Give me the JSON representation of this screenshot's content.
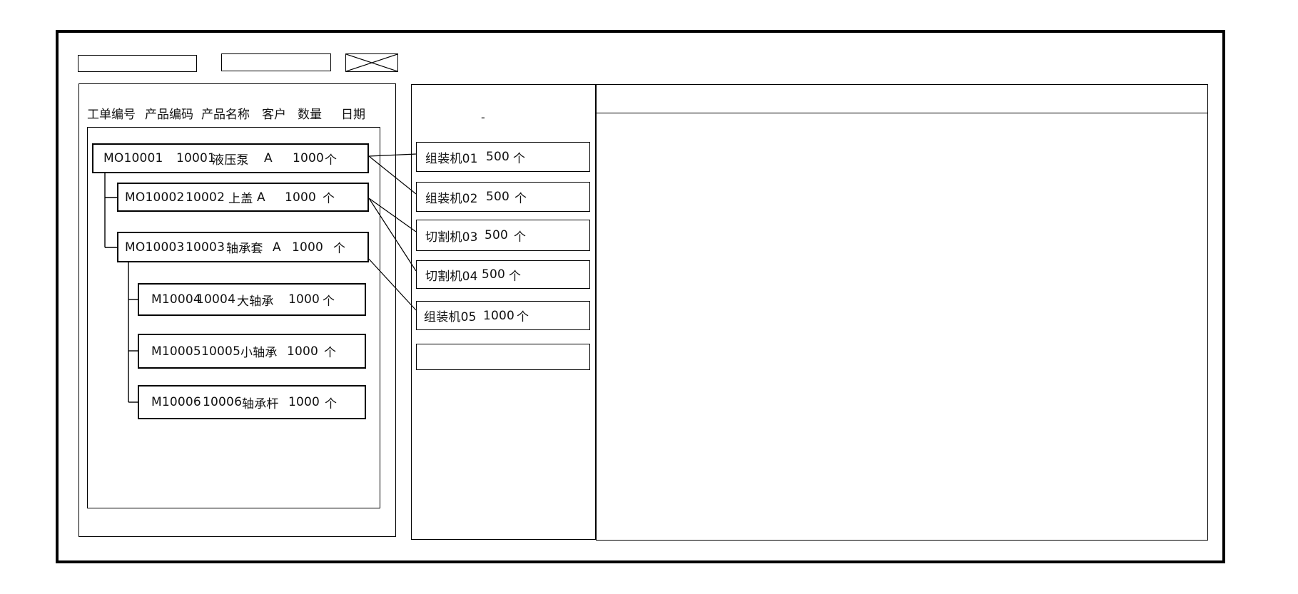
{
  "toolbar": {
    "field1_value": "",
    "field2_value": ""
  },
  "work_orders": {
    "columns": [
      "工单编号",
      "产品编码",
      "产品名称",
      "客户",
      "数量",
      "日期"
    ],
    "rows": [
      {
        "order_no": "MO10001",
        "product_code": "10001",
        "product_name": "液压泵",
        "customer": "A",
        "qty": "1000",
        "unit": "个"
      },
      {
        "order_no": "MO10002",
        "product_code": "10002",
        "product_name": "上盖",
        "customer": "A",
        "qty": "1000",
        "unit": "个"
      },
      {
        "order_no": "MO10003",
        "product_code": "10003",
        "product_name": "轴承套",
        "customer": "A",
        "qty": "1000",
        "unit": "个"
      },
      {
        "order_no": "M10004",
        "product_code": "10004",
        "product_name": "大轴承",
        "customer": "",
        "qty": "1000",
        "unit": "个"
      },
      {
        "order_no": "M10005",
        "product_code": "10005",
        "product_name": "小轴承",
        "customer": "",
        "qty": "1000",
        "unit": "个"
      },
      {
        "order_no": "M10006",
        "product_code": "10006",
        "product_name": "轴承杆",
        "customer": "",
        "qty": "1000",
        "unit": "个"
      }
    ]
  },
  "machines": {
    "rows": [
      {
        "name": "组装机01",
        "qty": "500",
        "unit": "个"
      },
      {
        "name": "组装机02",
        "qty": "500",
        "unit": "个"
      },
      {
        "name": "切割机03",
        "qty": "500",
        "unit": "个"
      },
      {
        "name": "切割机04",
        "qty": "500",
        "unit": "个"
      },
      {
        "name": "组装机05",
        "qty": "1000",
        "unit": "个"
      }
    ]
  },
  "misc": {
    "stray_mark": "-"
  }
}
